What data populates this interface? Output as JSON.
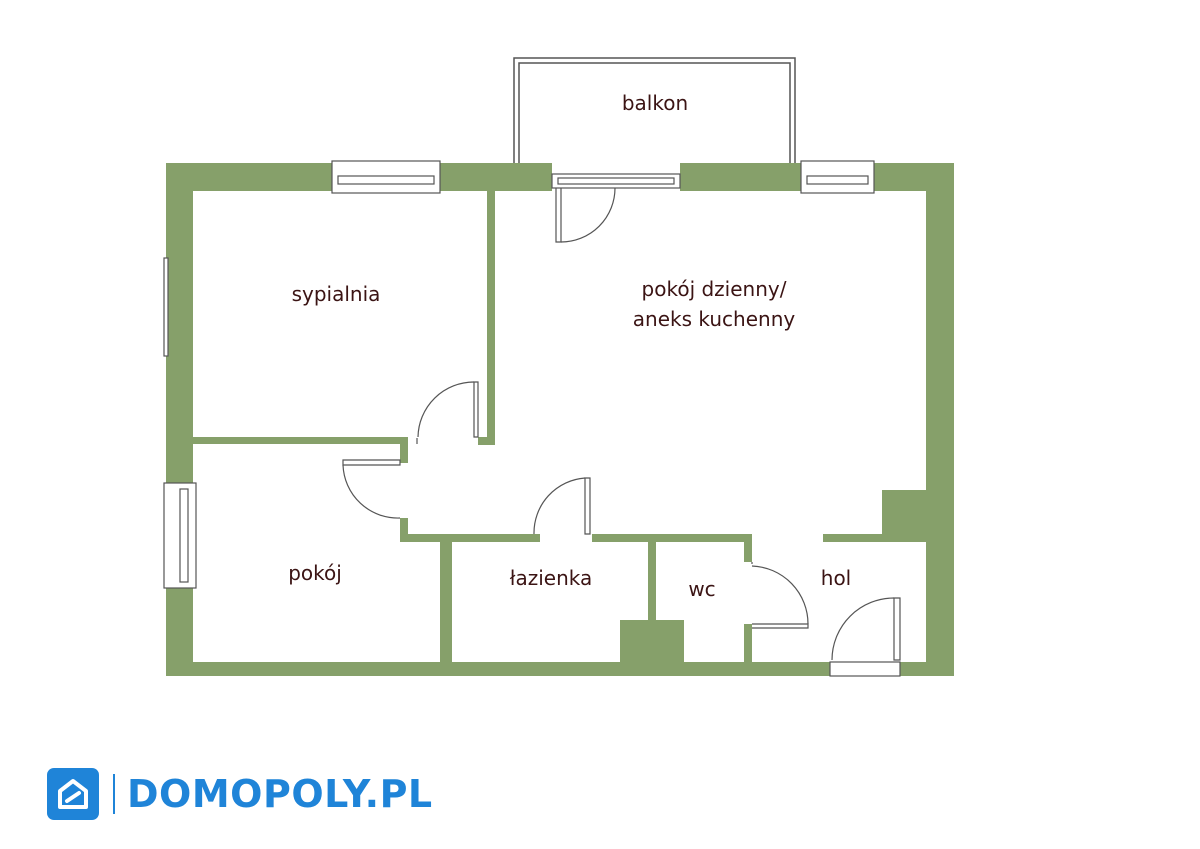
{
  "rooms": {
    "balcony": "balkon",
    "bedroom": "sypialnia",
    "living_line1": "pokój dzienny/",
    "living_line2": "aneks kuchenny",
    "room": "pokój",
    "bathroom": "łazienka",
    "wc": "wc",
    "hall": "hol"
  },
  "brand": {
    "name": "DOMOPOLY.PL"
  },
  "colors": {
    "wall": "#86a06a",
    "label": "#3b1414",
    "brand": "#1f84d8"
  }
}
